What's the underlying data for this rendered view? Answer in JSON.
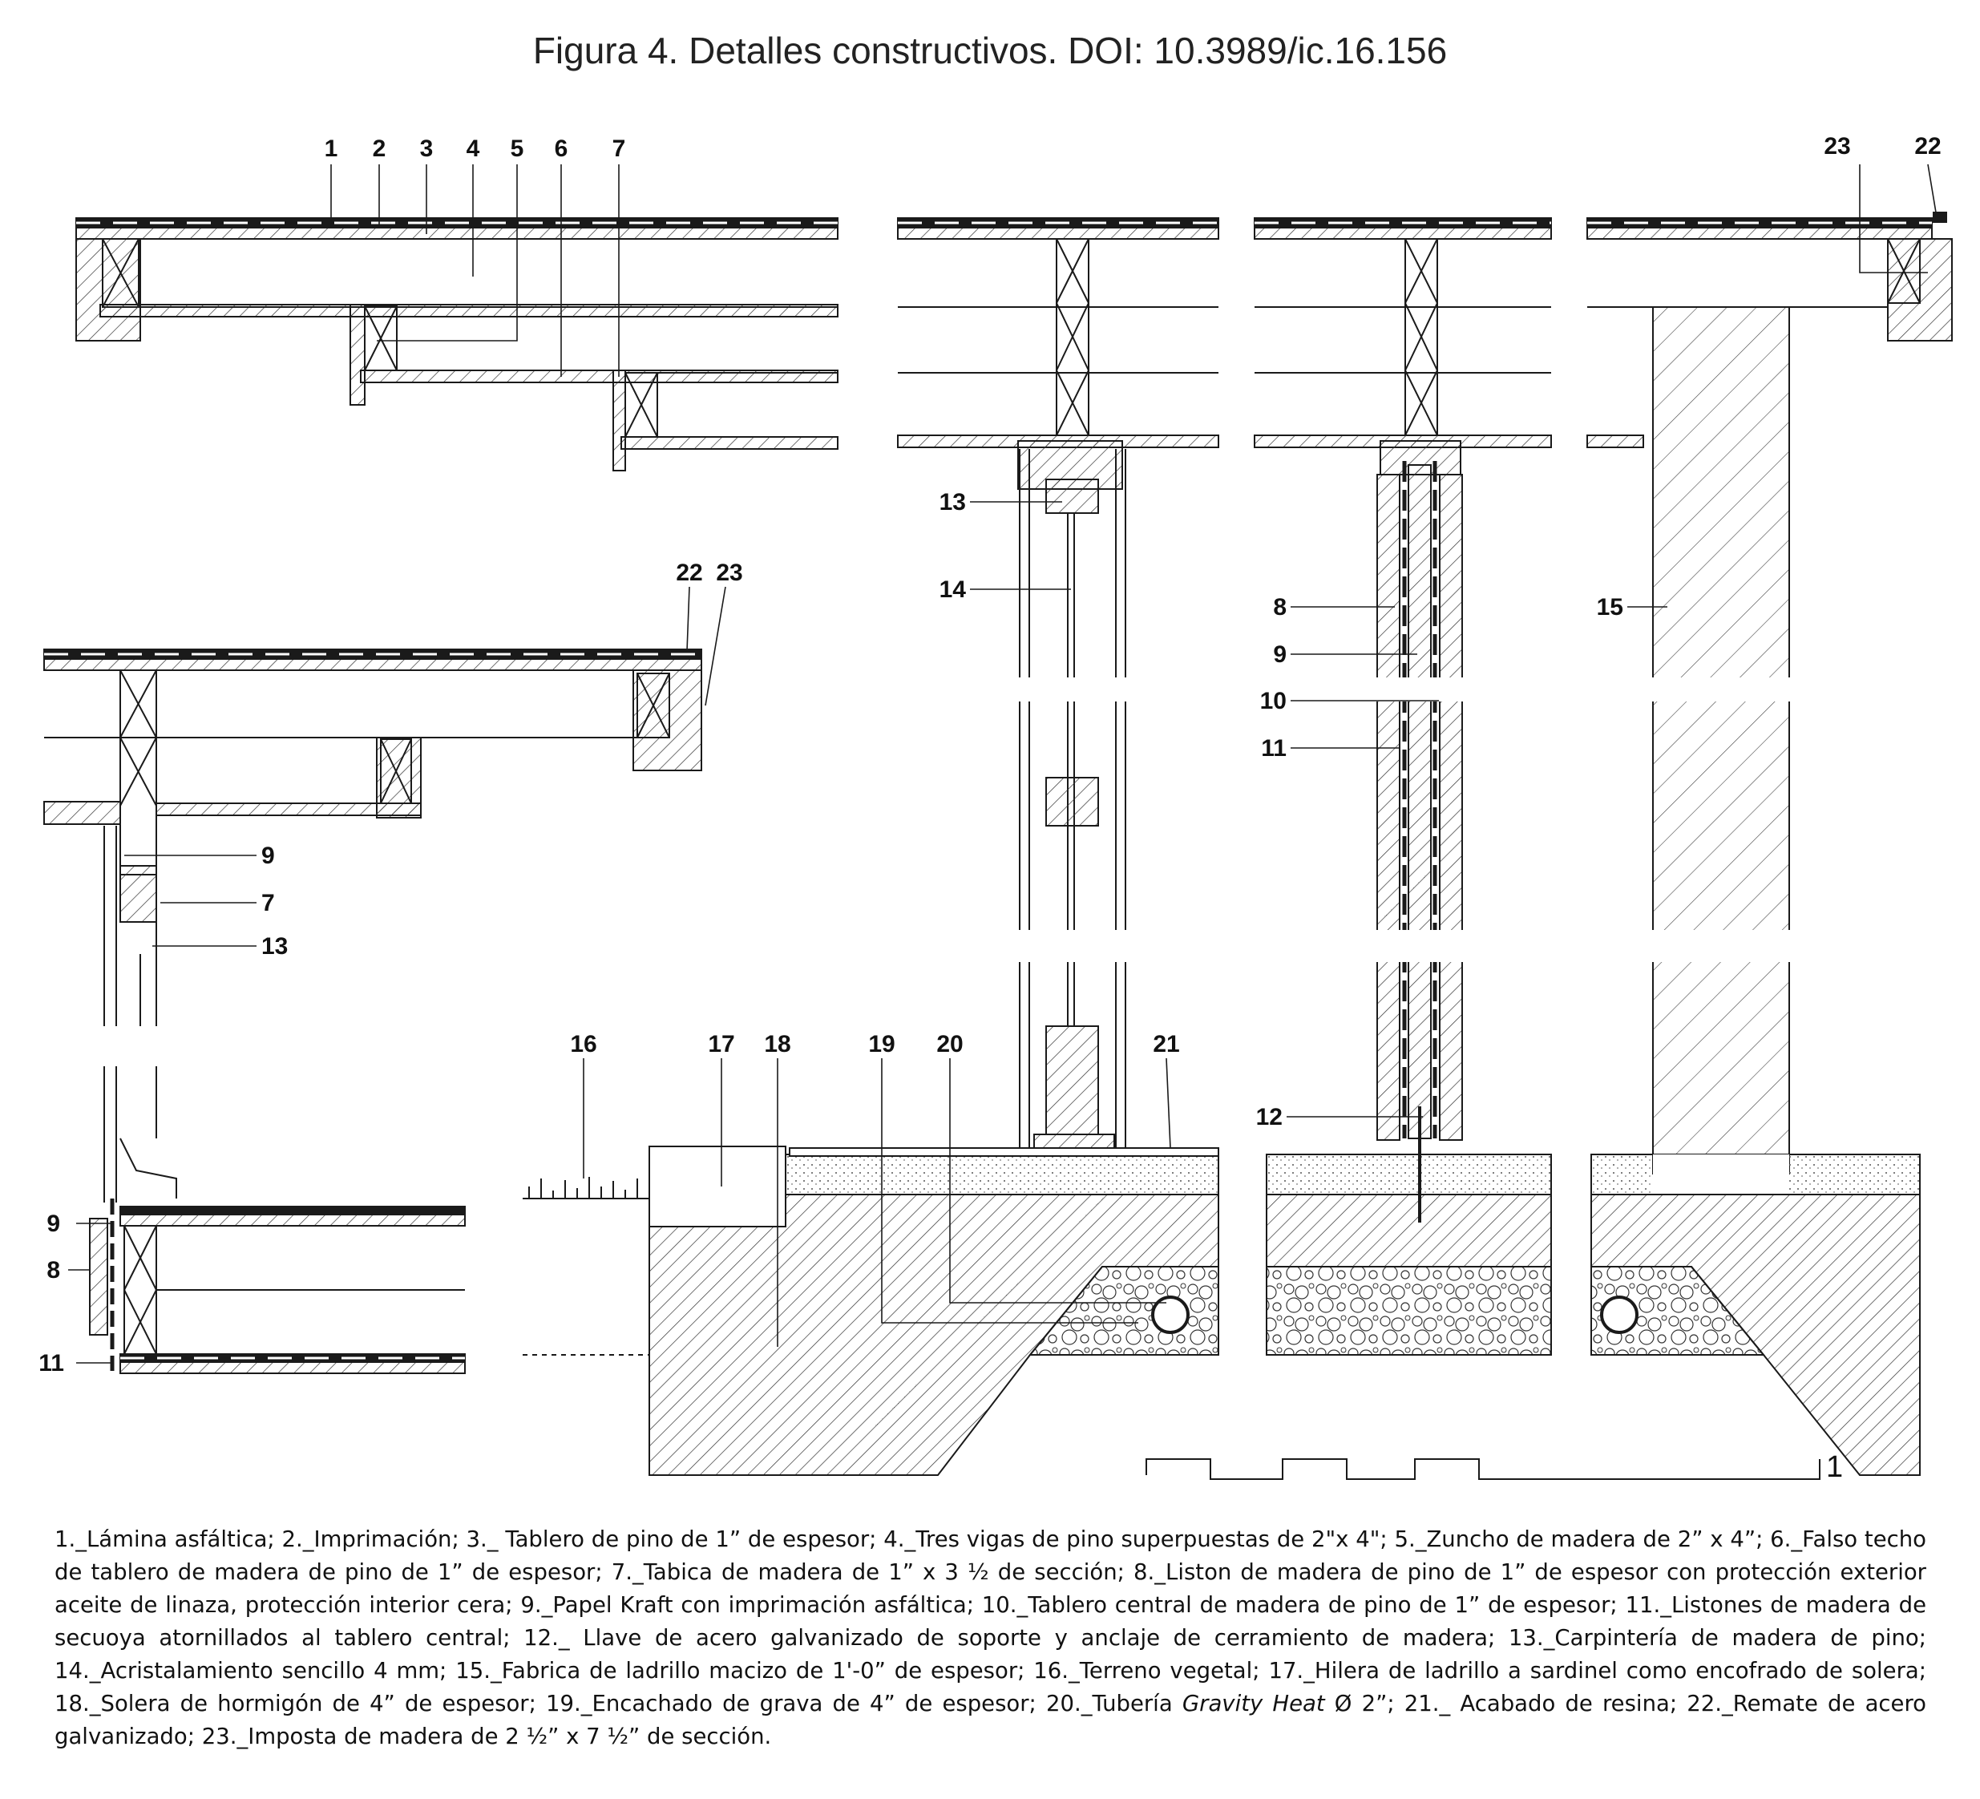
{
  "title": "Figura 4. Detalles constructivos. DOI: 10.3989/ic.16.156",
  "scale_label": "1",
  "callouts": {
    "top_left": [
      "1",
      "2",
      "3",
      "4",
      "5",
      "6",
      "7"
    ],
    "top_right": [
      "23",
      "22"
    ],
    "mid_left_top": [
      "22",
      "23"
    ],
    "mid_left_side": [
      "9",
      "7",
      "13"
    ],
    "window": [
      "13",
      "14"
    ],
    "panel": [
      "8",
      "9",
      "10",
      "11",
      "12"
    ],
    "brick": "15",
    "bottom_left": [
      "9",
      "8",
      "11"
    ],
    "foundation": [
      "16",
      "17",
      "18",
      "19",
      "20",
      "21"
    ]
  },
  "legend": {
    "part1": "1._Lámina asfáltica; 2._Imprimación; 3._ Tablero de pino de 1” de espesor; 4._Tres vigas de pino superpuestas de 2\"x 4\"; 5._Zuncho de madera de 2” x 4”; 6._Falso techo de tablero de madera de pino de 1” de espesor; 7._Tabica de madera de 1” x 3 ½ de sección; 8._Liston de madera de pino de 1” de espesor con protección exterior aceite de linaza, protección interior cera; 9._Papel Kraft con imprimación asfáltica; 10._Tablero central de madera de pino de 1” de espesor; 11._Listones de madera de secuoya atornillados al tablero central; 12._ Llave de acero galvanizado de soporte y anclaje de cerramiento de madera; 13._Carpintería de madera de pino; 14._Acristalamiento sencillo 4 mm; 15._Fabrica de ladrillo macizo de 1'-0” de espesor; 16._Terreno vegetal; 17._Hilera de ladrillo a sardinel como encofrado de solera; 18._Solera de hormigón de 4” de espesor; 19._Encachado de grava de 4” de espesor; 20._Tubería ",
    "italic": "Gravity Heat",
    "part2": "  Ø 2”; 21._ Acabado de resina; 22._Remate de acero galvanizado; 23._Imposta de madera de 2 ½” x 7 ½” de sección."
  },
  "colors": {
    "line": "#1a1a1a",
    "background": "#ffffff"
  }
}
